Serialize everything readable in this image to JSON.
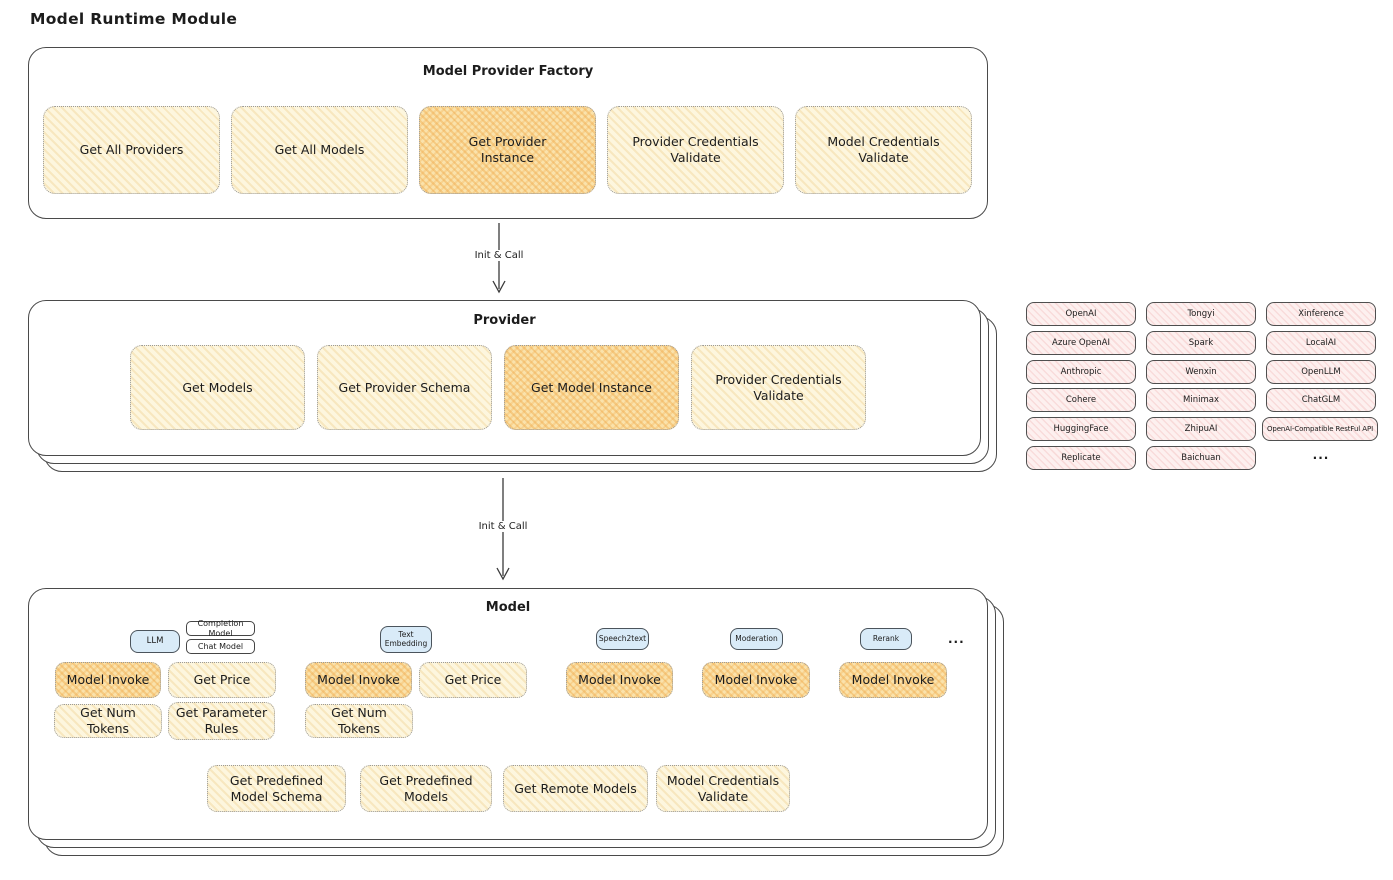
{
  "page_title": "Model Runtime Module",
  "colors": {
    "yellow_fill": "#fdf6de",
    "orange_fill": "#fae2ab",
    "pink_fill": "#fdf0ef",
    "blue_fill": "#d9ebf8",
    "stroke": "#4a4a4a"
  },
  "arrows": {
    "label1": "Init & Call",
    "label2": "Init & Call"
  },
  "factory": {
    "title": "Model Provider Factory",
    "buttons": [
      {
        "label": "Get All Providers",
        "highlight": false
      },
      {
        "label": "Get All Models",
        "highlight": false
      },
      {
        "label": "Get Provider Instance",
        "highlight": true
      },
      {
        "label": "Provider Credentials Validate",
        "highlight": false
      },
      {
        "label": "Model Credentials Validate",
        "highlight": false
      }
    ]
  },
  "provider": {
    "title": "Provider",
    "buttons": [
      {
        "label": "Get Models",
        "highlight": false
      },
      {
        "label": "Get Provider Schema",
        "highlight": false
      },
      {
        "label": "Get Model Instance",
        "highlight": true
      },
      {
        "label": "Provider Credentials Validate",
        "highlight": false
      }
    ]
  },
  "provider_list": {
    "columns": [
      [
        "OpenAI",
        "Azure OpenAI",
        "Anthropic",
        "Cohere",
        "HuggingFace",
        "Replicate"
      ],
      [
        "Tongyi",
        "Spark",
        "Wenxin",
        "Minimax",
        "ZhipuAI",
        "Baichuan"
      ],
      [
        "Xinference",
        "LocalAI",
        "OpenLLM",
        "ChatGLM",
        "OpenAI-Compatible RestFul API"
      ]
    ],
    "ellipsis": "..."
  },
  "model": {
    "title": "Model",
    "tags": {
      "llm": "LLM",
      "completion": "Completion Model",
      "chat": "Chat Model",
      "text_embedding": "Text Embedding",
      "speech2text": "Speech2text",
      "moderation": "Moderation",
      "rerank": "Rerank",
      "ellipsis": "..."
    },
    "buttons": {
      "llm_invoke": "Model Invoke",
      "llm_get_price": "Get Price",
      "llm_get_num_tokens": "Get Num Tokens",
      "llm_get_parameter_rules": "Get Parameter Rules",
      "te_invoke": "Model Invoke",
      "te_get_price": "Get Price",
      "te_get_num_tokens": "Get Num Tokens",
      "s2t_invoke": "Model Invoke",
      "mod_invoke": "Model Invoke",
      "rerank_invoke": "Model Invoke",
      "get_predefined_model_schema": "Get Predefined Model Schema",
      "get_predefined_models": "Get Predefined Models",
      "get_remote_models": "Get Remote Models",
      "model_credentials_validate": "Model Credentials Validate"
    }
  }
}
